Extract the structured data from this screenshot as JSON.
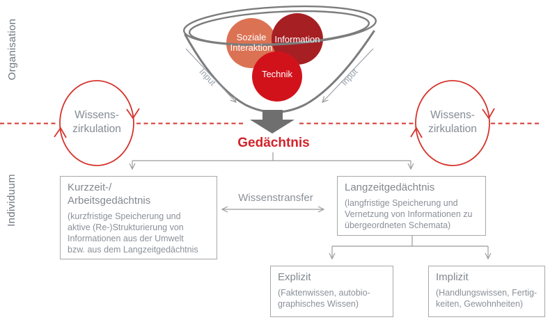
{
  "side_labels": {
    "organisation": "Organisation",
    "individuum": "Individuum"
  },
  "funnel": {
    "bubbles": {
      "soziale": {
        "label": "Soziale\nInteraktion",
        "color": "#DC7254"
      },
      "information": {
        "label": "Information",
        "color": "#A61F23"
      },
      "technik": {
        "label": "Technik",
        "color": "#D2121B"
      }
    },
    "input_left": "Input",
    "input_right": "Input"
  },
  "circulation": {
    "left": "Wissens-\nzirkulation",
    "right": "Wissens-\nzirkulation"
  },
  "memory": {
    "title": "Gedächtnis",
    "color": "#D2232A"
  },
  "transfer": {
    "label": "Wissenstransfer"
  },
  "boxes": {
    "kurzzeit": {
      "title": "Kurzzeit-/\nArbeitsgedächtnis",
      "body": "(kurzfristige Speicherung und\naktive (Re-)Strukturierung von\nInformationen aus der Umwelt\nbzw. aus dem Langzeitgedächtnis"
    },
    "langzeit": {
      "title": "Langzeitgedächtnis",
      "body": "(langfristige Speicherung und\nVernetzung von Informationen zu\nübergeordneten Schemata)"
    },
    "explizit": {
      "title": "Explizit",
      "body": "(Faktenwissen, autobio-\ngraphisches Wissen)"
    },
    "implizit": {
      "title": "Implizit",
      "body": "(Handlungswissen, Fertig-\nkeiten, Gewohnheiten)"
    }
  },
  "colors": {
    "accent_red": "#D5342C",
    "funnel_gray": "#7C7C7C",
    "connector_gray": "#9B9B9B",
    "text_gray": "#8A9098",
    "block_arrow_gray": "#6F6F6F"
  }
}
